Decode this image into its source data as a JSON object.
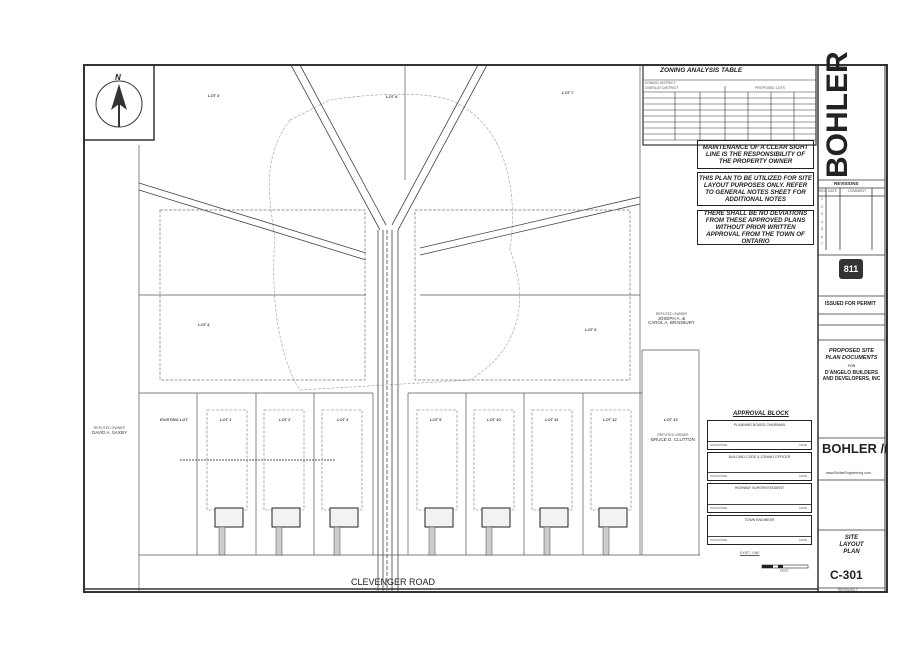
{
  "north_arrow": {
    "label": "N"
  },
  "zoning_table": {
    "title": "ZONING ANALYSIS TABLE",
    "row_labels": [
      "ZONING DISTRICT",
      "OVERLAY DISTRICT"
    ],
    "proposed_header": "PROPOSED LOTS"
  },
  "notes": [
    "MAINTENANCE OF A CLEAR SIGHT LINE IS THE RESPONSIBILITY OF THE PROPERTY OWNER",
    "THIS PLAN TO BE UTILIZED FOR SITE LAYOUT PURPOSES ONLY. REFER TO GENERAL NOTES SHEET FOR ADDITIONAL NOTES",
    "THERE SHALL BE NO DEVIATIONS FROM THESE APPROVED PLANS WITHOUT PRIOR WRITTEN APPROVAL FROM THE TOWN OF ONTARIO"
  ],
  "lots": {
    "lot5": "LOT 5",
    "lot6": "LOT 6",
    "lot7": "LOT 7",
    "lot4": "LOT 4",
    "lot8": "LOT 8",
    "existing": "EXISTING LOT",
    "lot1": "LOT 1",
    "lot2": "LOT 2",
    "lot3": "LOT 3",
    "lot9": "LOT 9",
    "lot10": "LOT 10",
    "lot11": "LOT 11",
    "lot12": "LOT 12",
    "lot13": "LOT 13"
  },
  "owners": {
    "label": "REPUTED OWNER",
    "saxby": "DAVID A. SAXBY",
    "bradbury_1": "JOSEPH A. &",
    "bradbury_2": "CAROL A. BRADBURY",
    "clutton": "BRUCE D. CLUTTON"
  },
  "road_name": "CLEVENGER ROAD",
  "approval_block": {
    "title": "APPROVAL BLOCK",
    "boxes": [
      "PLANNING BOARD CHAIRMAN",
      "BUILDING CODE & ZONING OFFICER",
      "HIGHWAY SUPERINTENDENT",
      "TOWN ENGINEER"
    ],
    "signature_label": "SIGNATURE",
    "date_label": "DATE"
  },
  "exist_line_label": "EXIST. LINE",
  "scale_bar": {
    "unit": "FEET"
  },
  "title_block": {
    "logo_vertical": "BOHLER",
    "revisions_title": "REVISIONS",
    "revisions_columns": [
      "REV",
      "DATE",
      "COMMENT"
    ],
    "revision_numbers": [
      "1",
      "2",
      "3",
      "4",
      "5",
      "6",
      "7"
    ],
    "dig_safe": "811",
    "issued": "ISSUED FOR PERMIT",
    "project_1": "PROPOSED SITE",
    "project_2": "PLAN DOCUMENTS",
    "for": "FOR",
    "client_1": "D'ANGELO BUILDERS",
    "client_2": "AND DEVELOPERS, INC",
    "logo": "BOHLER //",
    "website": "www.BohlerEngineering.com",
    "sheet_title_1": "SITE",
    "sheet_title_2": "LAYOUT",
    "sheet_title_3": "PLAN",
    "sheet_number": "C-301",
    "revision_note": "REVISION 7"
  },
  "colors": {
    "ink": "#222222",
    "faint": "#999999",
    "paper": "#ffffff"
  }
}
